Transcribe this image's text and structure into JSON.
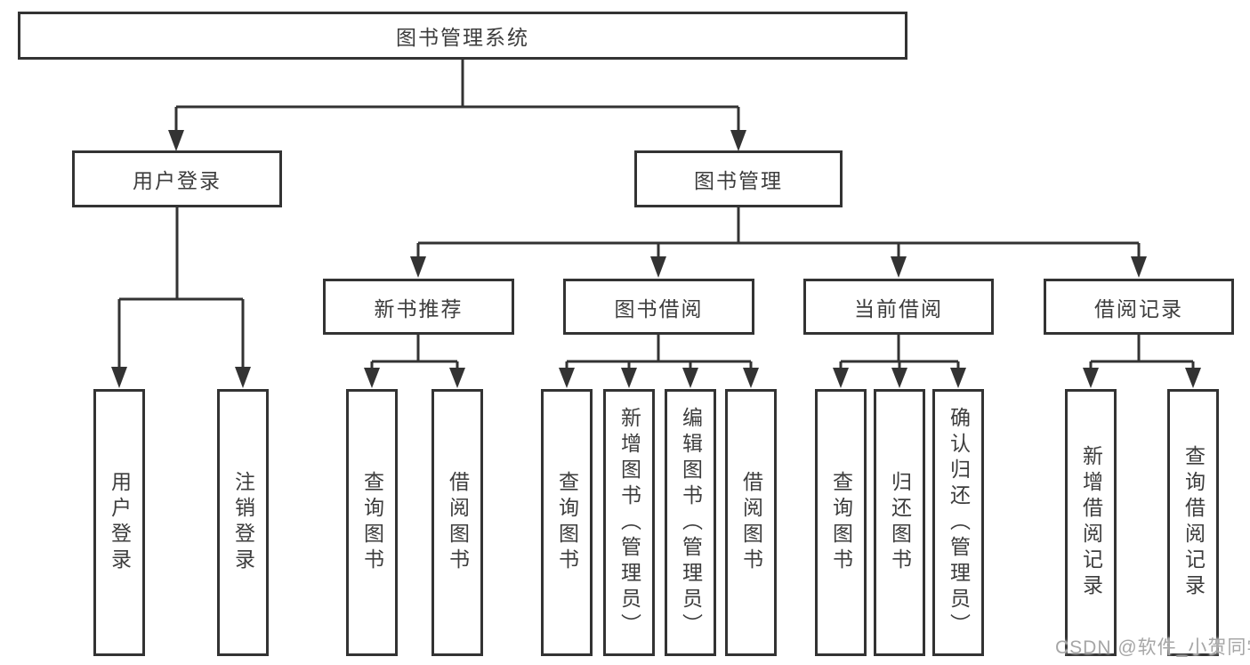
{
  "colors": {
    "line": "#333333",
    "box_border": "#333333",
    "text": "#3d3d3d",
    "watermark": "#a6a6a6",
    "background": "#ffffff"
  },
  "diagram": {
    "root": {
      "label": "图书管理系统"
    },
    "level2": {
      "user_login_group": {
        "label": "用户登录"
      },
      "book_management_group": {
        "label": "图书管理"
      }
    },
    "level3": {
      "new_book_recommend": {
        "label": "新书推荐"
      },
      "book_borrow": {
        "label": "图书借阅"
      },
      "current_borrow": {
        "label": "当前借阅"
      },
      "borrow_records": {
        "label": "借阅记录"
      }
    },
    "leaves": {
      "user_login": {
        "label": "用户登录"
      },
      "logout": {
        "label": "注销登录"
      },
      "nbr_query_books": {
        "label": "查询图书"
      },
      "nbr_borrow_books": {
        "label": "借阅图书"
      },
      "bb_query_books": {
        "label": "查询图书"
      },
      "bb_add_books": {
        "label": "新增图书（管理员）"
      },
      "bb_edit_books": {
        "label": "编辑图书（管理员）"
      },
      "bb_borrow_books": {
        "label": "借阅图书"
      },
      "cb_query_books": {
        "label": "查询图书"
      },
      "cb_return_books": {
        "label": "归还图书"
      },
      "cb_confirm_return": {
        "label": "确认归还（管理员）"
      },
      "br_add_record": {
        "label": "新增借阅记录"
      },
      "br_query_record": {
        "label": "查询借阅记录"
      }
    }
  },
  "watermark": {
    "text": "CSDN @软件_小贺同学"
  }
}
